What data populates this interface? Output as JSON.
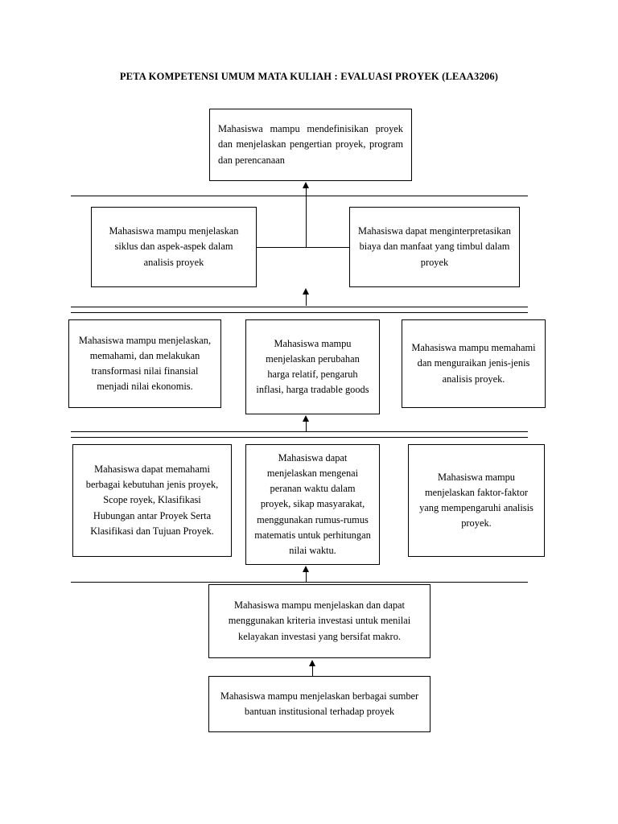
{
  "title": "PETA KOMPETENSI UMUM MATA KULIAH : EVALUASI PROYEK (LEAA3206)",
  "nodes": {
    "n1": "Mahasiswa mampu mendefinisikan proyek dan menjelaskan pengertian proyek,  program dan perencanaan",
    "n2": "Mahasiswa mampu menjelaskan siklus dan aspek-aspek dalam analisis proyek",
    "n3": "Mahasiswa dapat menginterpretasikan biaya dan manfaat yang timbul dalam proyek",
    "n4": "Mahasiswa mampu menjelaskan, memahami, dan melakukan transformasi nilai finansial menjadi nilai ekonomis.",
    "n5": "Mahasiswa mampu menjelaskan perubahan harga relatif, pengaruh inflasi, harga tradable goods",
    "n6": "Mahasiswa mampu memahami dan menguraikan jenis-jenis analisis proyek.",
    "n7": "Mahasiswa dapat memahami berbagai kebutuhan jenis proyek, Scope royek, Klasifikasi Hubungan antar Proyek Serta Klasifikasi dan Tujuan Proyek.",
    "n8": "Mahasiswa dapat menjelaskan mengenai peranan waktu dalam proyek, sikap masyarakat, menggunakan rumus-rumus matematis untuk perhitungan nilai waktu.",
    "n9": "Mahasiswa mampu menjelaskan faktor-faktor yang mempengaruhi analisis proyek.",
    "n10": "Mahasiswa mampu menjelaskan dan dapat menggunakan kriteria investasi untuk menilai kelayakan investasi yang bersifat makro.",
    "n11": "Mahasiswa mampu menjelaskan berbagai sumber bantuan institusional terhadap proyek"
  },
  "colors": {
    "line": "#000000",
    "background": "#ffffff",
    "text": "#000000"
  }
}
